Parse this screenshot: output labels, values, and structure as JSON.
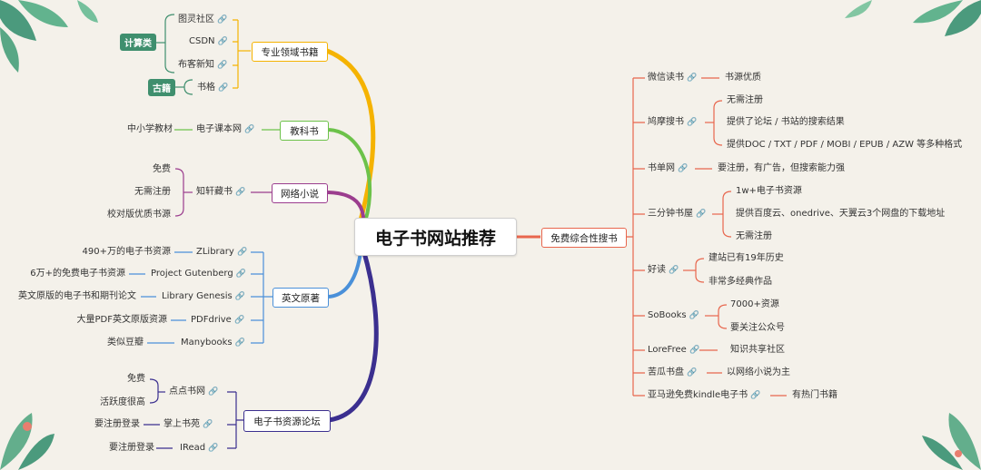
{
  "root": "电子书网站推荐",
  "branches": {
    "professional": {
      "title": "专业领域书籍",
      "computing_tag": "计算类",
      "ancient_tag": "古籍",
      "computing": [
        "图灵社区",
        "CSDN",
        "布客新知"
      ],
      "ancient": [
        "书格"
      ]
    },
    "textbook": {
      "title": "教科书",
      "item": "电子课本网",
      "desc": "中小学教材"
    },
    "novel": {
      "title": "网络小说",
      "item": "知轩藏书",
      "desc": [
        "免费",
        "无需注册",
        "校对版优质书源"
      ]
    },
    "english": {
      "title": "英文原著",
      "items": [
        {
          "name": "ZLibrary",
          "desc": "490+万的电子书资源"
        },
        {
          "name": "Project Gutenberg",
          "desc": "6万+的免费电子书资源"
        },
        {
          "name": "Library Genesis",
          "desc": "英文原版的电子书和期刊论文"
        },
        {
          "name": "PDFdrive",
          "desc": "大量PDF英文原版资源"
        },
        {
          "name": "Manybooks",
          "desc": "类似豆瓣"
        }
      ]
    },
    "forum": {
      "title": "电子书资源论坛",
      "diandian": "点点书网",
      "diandian_desc": [
        "免费",
        "活跃度很高"
      ],
      "zhangshang": "掌上书苑",
      "zhangshang_desc": "要注册登录",
      "iread": "IRead",
      "iread_desc": "要注册登录"
    },
    "free": {
      "title": "免费综合性搜书",
      "items": {
        "weixin": "微信读书",
        "weixin_desc": "书源优质",
        "jiumo": "鸠摩搜书",
        "jiumo_desc": [
          "无需注册",
          "提供了论坛 / 书站的搜索结果",
          "提供DOC / TXT / PDF / MOBI / EPUB / AZW 等多种格式"
        ],
        "shudan": "书单网",
        "shudan_desc": "要注册，有广告，但搜索能力强",
        "sanfen": "三分钟书屋",
        "sanfen_desc": [
          "1w+电子书资源",
          "提供百度云、onedrive、天翼云3个网盘的下载地址",
          "无需注册"
        ],
        "haodu": "好读",
        "haodu_desc": [
          "建站已有19年历史",
          "非常多经典作品"
        ],
        "sobooks": "SoBooks",
        "sobooks_desc": [
          "7000+资源",
          "要关注公众号"
        ],
        "lorefree": "LoreFree",
        "lorefree_desc": "知识共享社区",
        "kugua": "苦瓜书盘",
        "kugua_desc": "以网络小说为主",
        "amazon": "亚马逊免费kindle电子书",
        "amazon_desc": "有热门书籍"
      }
    }
  },
  "colors": {
    "professional": "#f5b301",
    "textbook": "#6cc24a",
    "novel": "#9b3d8e",
    "english": "#4a90d9",
    "forum": "#3b2f8f",
    "free": "#e8664d",
    "tag": "#3f8f6e",
    "background": "#f4f1ea"
  },
  "icons": [
    "link-icon",
    "leaf-decoration"
  ]
}
